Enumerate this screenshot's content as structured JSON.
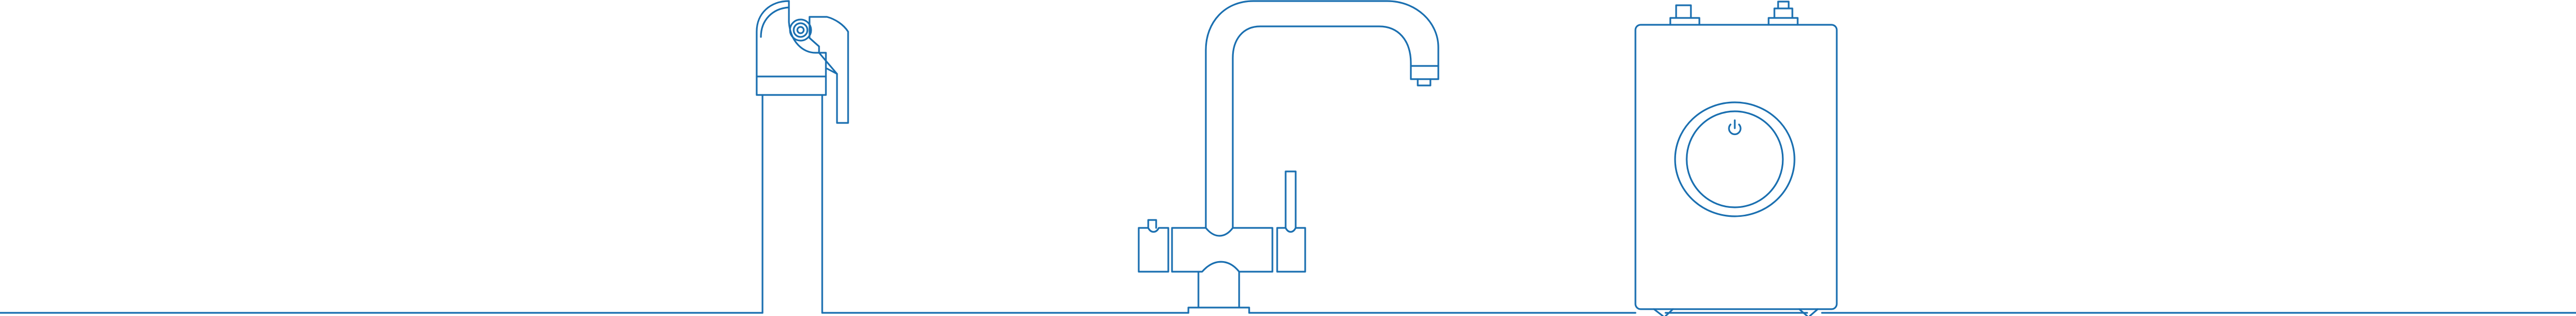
{
  "illustration": {
    "line_color": "#1a6fb0",
    "background": "#ffffff",
    "objects": [
      "boiling-water-tap",
      "three-way-kitchen-tap",
      "water-heater-tank"
    ]
  }
}
